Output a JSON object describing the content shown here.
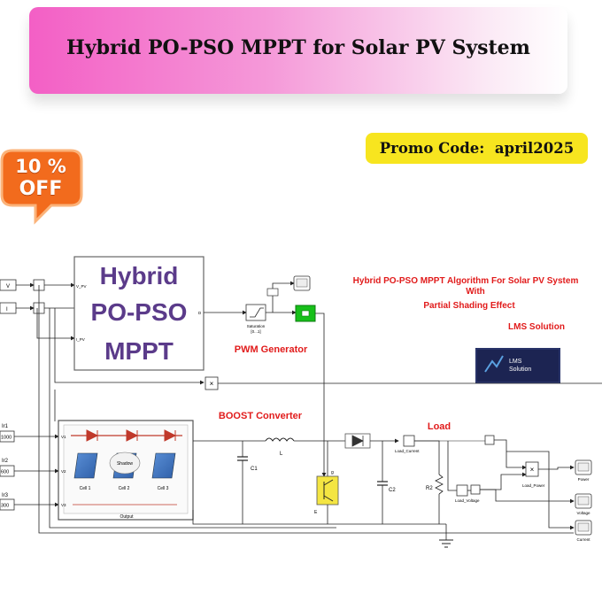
{
  "banner": {
    "title": "Hybrid PO-PSO MPPT for Solar PV System"
  },
  "promo": {
    "label": "Promo Code:",
    "code": "april2025"
  },
  "discount": {
    "percent": "10 %",
    "word": "OFF"
  },
  "diagram": {
    "mppt_block": {
      "line1": "Hybrid",
      "line2": "PO-PSO",
      "line3": "MPPT"
    },
    "ports": {
      "v_pv": "V_PV",
      "i_pv": "I_PV",
      "duty": "D"
    },
    "inputs": {
      "v": "V",
      "i": "I"
    },
    "saturation": {
      "label": "Saturation",
      "range": "[0...1]"
    },
    "pwm_label": "PWM Generator",
    "boost_label": "BOOST Converter",
    "load_label": "Load",
    "title_lines": [
      "Hybrid PO-PSO MPPT Algorithm For Solar PV System",
      "With",
      "Partial Shading Effect"
    ],
    "company": "LMS Solution",
    "logo_text": {
      "line1": "LMS",
      "line2": "Solution"
    },
    "irradiance": [
      {
        "name": "Ir1",
        "value": "1000"
      },
      {
        "name": "Ir2",
        "value": "600"
      },
      {
        "name": "Ir3",
        "value": "300"
      }
    ],
    "pv_ports": [
      "V1",
      "V2",
      "V3"
    ],
    "cells": [
      "Cell 1",
      "Cell 2",
      "Cell 3"
    ],
    "shade_label": "Shadow",
    "output_label": "Output",
    "components": {
      "c1": "C1",
      "l": "L",
      "c2": "C2",
      "r2": "R2",
      "switch_e": "E",
      "switch_g": "g"
    },
    "meas": {
      "load_current": "Load_Current",
      "load_voltage": "Load_Voltage",
      "load_power": "Load_Power"
    },
    "scopes": [
      "Power",
      "Voltage",
      "Current"
    ],
    "multiply": "×"
  },
  "colors": {
    "banner_start": "#f35fc5",
    "promo_bg": "#f7e51f",
    "badge": "#f26b1d",
    "mppt_text": "#5b3b8a",
    "annotation_red": "#e11b1b",
    "logo_bg": "#1c2452",
    "wire": "#222222"
  }
}
